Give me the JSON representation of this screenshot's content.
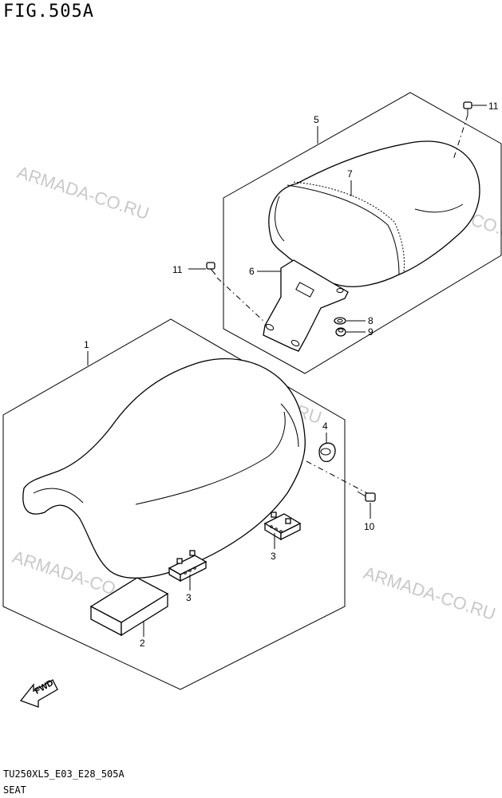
{
  "figure": {
    "title": "FIG.505A",
    "code": "TU250XL5_E03_E28_505A",
    "name": "SEAT"
  },
  "watermark": "ARMADA-CO.RU",
  "fwd_label": "FWD",
  "callouts": {
    "c1": "1",
    "c2": "2",
    "c3a": "3",
    "c3b": "3",
    "c4": "4",
    "c5": "5",
    "c6": "6",
    "c7": "7",
    "c8": "8",
    "c9": "9",
    "c10": "10",
    "c11a": "11",
    "c11b": "11"
  }
}
